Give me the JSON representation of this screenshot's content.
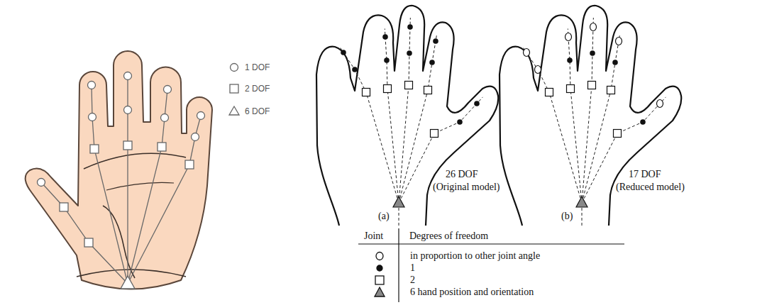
{
  "diagram": {
    "labels": [
      "26 DOF",
      "(Original model)",
      "17 DOF",
      "(Reduced model)",
      "(a)",
      "(b)",
      "Joint",
      "Degrees of freedom"
    ],
    "legend": [
      {
        "text": "1 DOF"
      },
      {
        "text": "2 DOF"
      },
      {
        "text": "6 DOF"
      },
      {
        "text": "in proportion to other joint angle"
      },
      {
        "text": "1"
      },
      {
        "text": "2"
      },
      {
        "text": "6 hand position and orientation"
      }
    ]
  }
}
